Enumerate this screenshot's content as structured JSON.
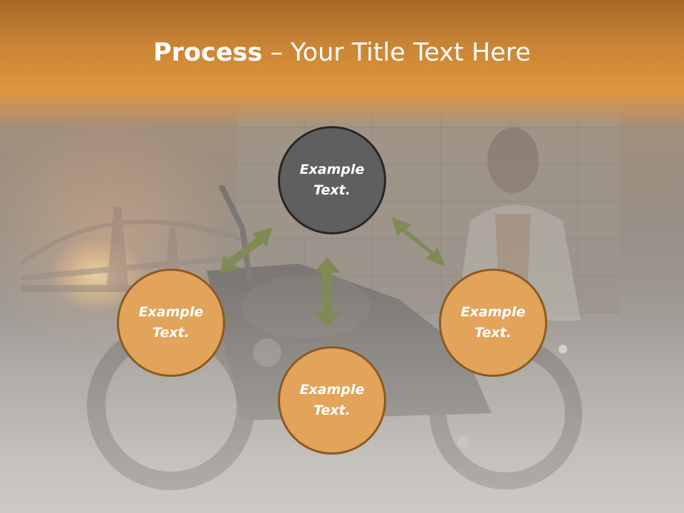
{
  "title": {
    "bold": "Process",
    "rest": " – Your Title Text Here"
  },
  "nodes": {
    "top": "Example\nText.",
    "left": "Example\nText.",
    "right": "Example\nText.",
    "bottom": "Example\nText."
  },
  "colors": {
    "title_band": "#e0953f",
    "circle_fill": "#e2a35a",
    "circle_border": "#8a5a22",
    "center_circle_fill": "#5f5f5f",
    "arrow": "#7f8a56"
  },
  "icons": {
    "arrow_left_diagonal": "double-headed-arrow",
    "arrow_vertical": "double-headed-arrow",
    "arrow_right_diagonal": "double-headed-arrow"
  }
}
